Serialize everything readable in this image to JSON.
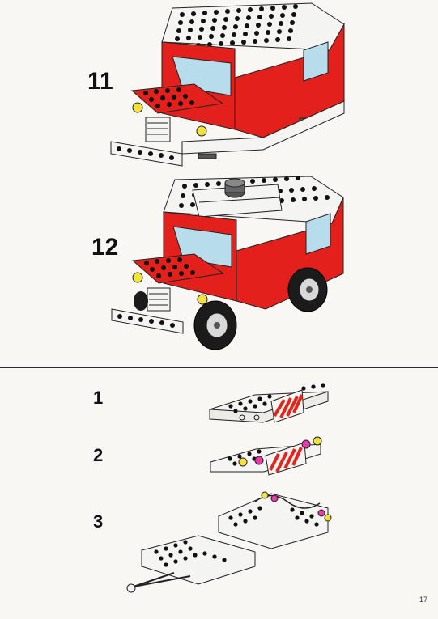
{
  "page": {
    "page_number": "17",
    "colors": {
      "brick_red": "#e3201b",
      "brick_white": "#f4f4f2",
      "window_blue": "#b7dcec",
      "light_yellow": "#f2e23a",
      "light_pink": "#e83aa8",
      "tyre_black": "#1b1b1b",
      "stripe_red": "#e2251d"
    }
  },
  "main_steps": [
    {
      "number": "11",
      "illustration": "fire-truck-without-wheels"
    },
    {
      "number": "12",
      "illustration": "fire-truck-with-wheels-and-siren"
    }
  ],
  "sub_steps": [
    {
      "number": "1",
      "illustration": "striped-bumper-plate"
    },
    {
      "number": "2",
      "illustration": "bumper-plate-with-lights"
    },
    {
      "number": "3",
      "illustration": "trailer-chassis"
    }
  ]
}
